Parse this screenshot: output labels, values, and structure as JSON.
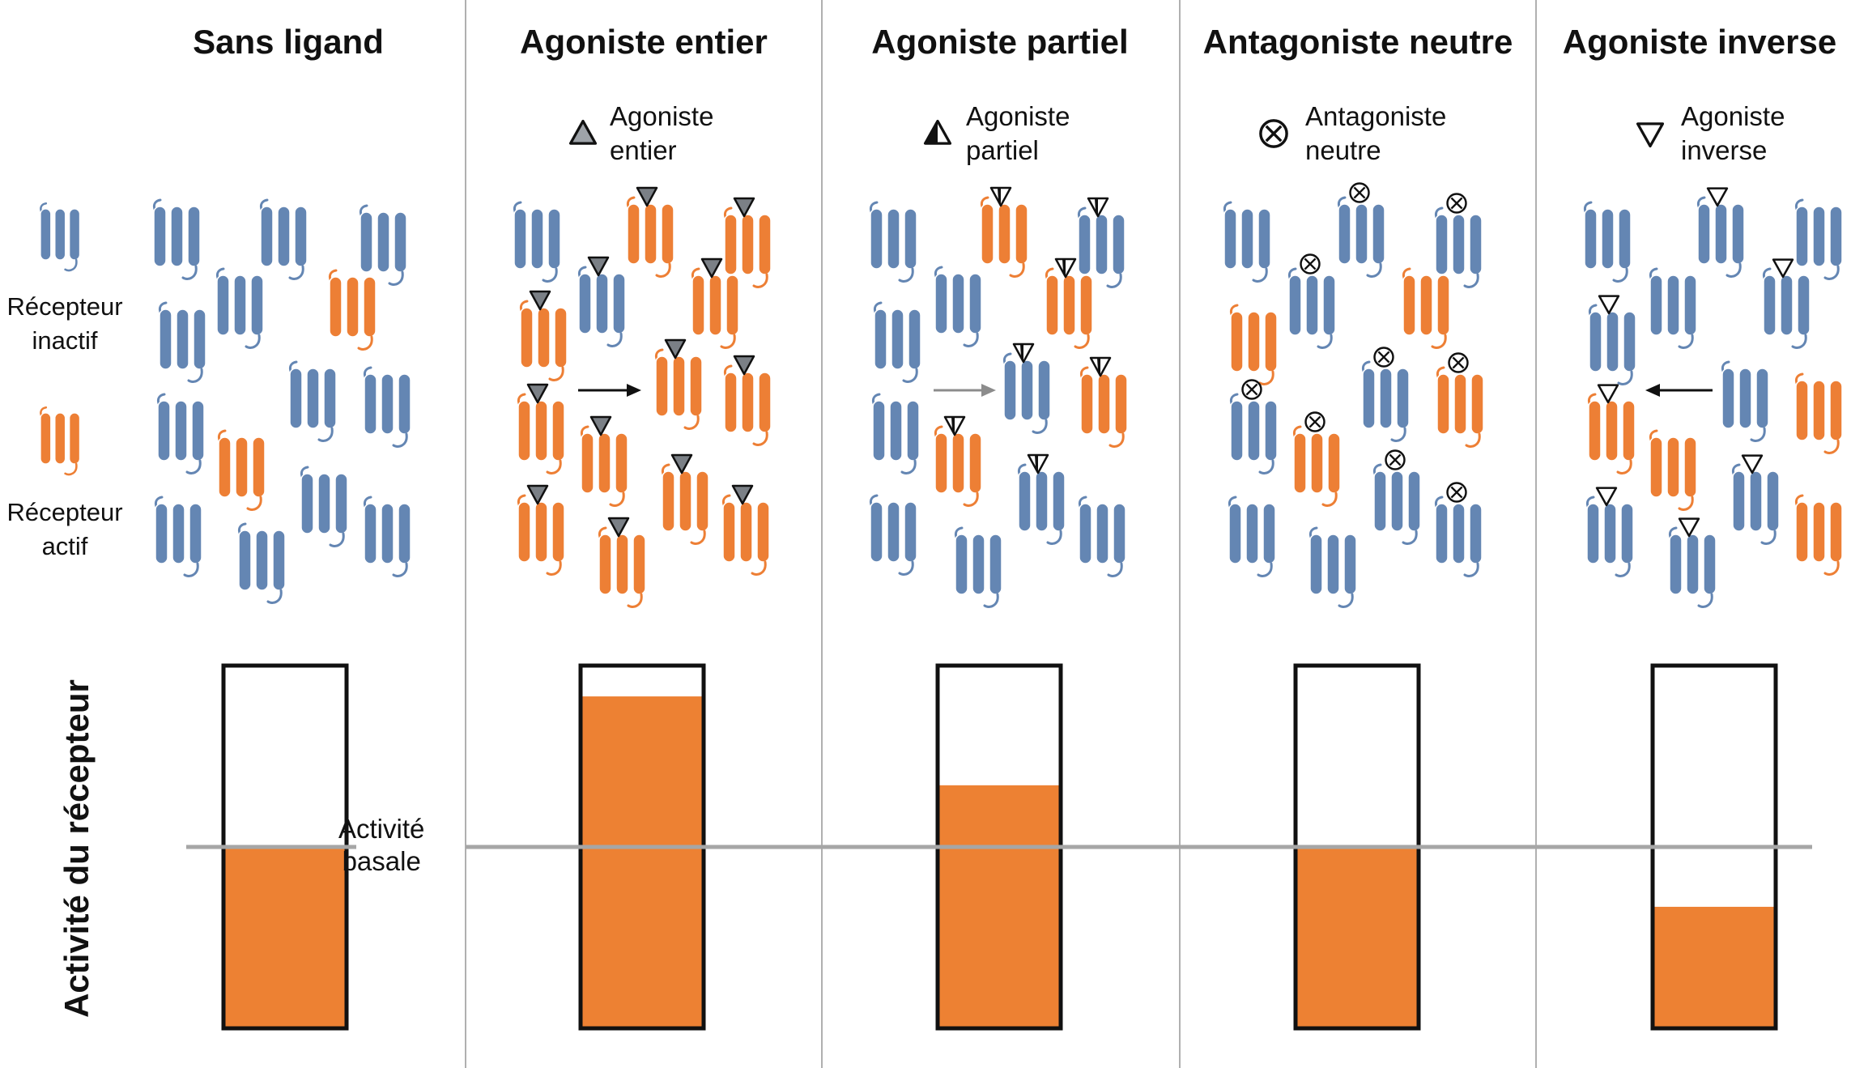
{
  "axis_label": "Activité du récepteur",
  "basal_label": "Activité\nbasale",
  "side_legend": {
    "inactive_label": "Récepteur\ninactif",
    "active_label": "Récepteur\nactif"
  },
  "colors": {
    "inactive": "#6486b3",
    "active": "#ed7f35",
    "bar_fill": "#ed8133",
    "baseline": "#a6a6a6",
    "divider": "#b0b0b0"
  },
  "panels": [
    {
      "title": "Sans ligand",
      "legend": "",
      "icon": "none",
      "arrow": "none",
      "activity": 0.5
    },
    {
      "title": "Agoniste entier",
      "legend": "Agoniste\nentier",
      "icon": "full-agonist-triangle-icon",
      "arrow": "right",
      "activity": 0.915
    },
    {
      "title": "Agoniste partiel",
      "legend": "Agoniste\npartiel",
      "icon": "partial-agonist-triangle-icon",
      "arrow": "right-gray",
      "activity": 0.67
    },
    {
      "title": "Antagoniste neutre",
      "legend": "Antagoniste\nneutre",
      "icon": "neutral-antagonist-circle-x-icon",
      "arrow": "none",
      "activity": 0.5
    },
    {
      "title": "Agoniste inverse",
      "legend": "Agoniste\ninverse",
      "icon": "inverse-agonist-triangle-icon",
      "arrow": "left",
      "activity": 0.335
    }
  ]
}
